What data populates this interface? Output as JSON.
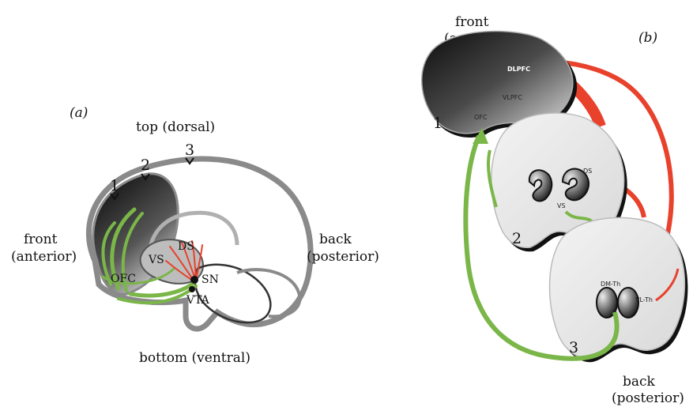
{
  "panel_a": {
    "label": "(a)",
    "top": "top (dorsal)",
    "bottom": "bottom (ventral)",
    "front_line1": "front",
    "front_line2": "(anterior)",
    "back_line1": "back",
    "back_line2": "(posterior)",
    "markers": [
      "1",
      "2",
      "3"
    ],
    "regions": {
      "ofc": "OFC",
      "vs": "VS",
      "ds": "DS",
      "sn": "SN",
      "vta": "VTA"
    }
  },
  "panel_b": {
    "label": "(b)",
    "front_line1": "front",
    "front_line2": "(anterior)",
    "back_line1": "back",
    "back_line2": "(posterior)",
    "slice_numbers": [
      "1",
      "2",
      "3"
    ],
    "regions": {
      "dlpfc": "DLPFC",
      "vlpfc": "VLPFC",
      "ofc": "OFC",
      "ds": "DS",
      "vs": "VS",
      "dm_th": "DM-Th",
      "vl_th": "VL-Th"
    }
  },
  "colors": {
    "green": "#7ab648",
    "red": "#e8412c",
    "dark": "#1a1a1a",
    "gray": "#8a8a8a"
  }
}
